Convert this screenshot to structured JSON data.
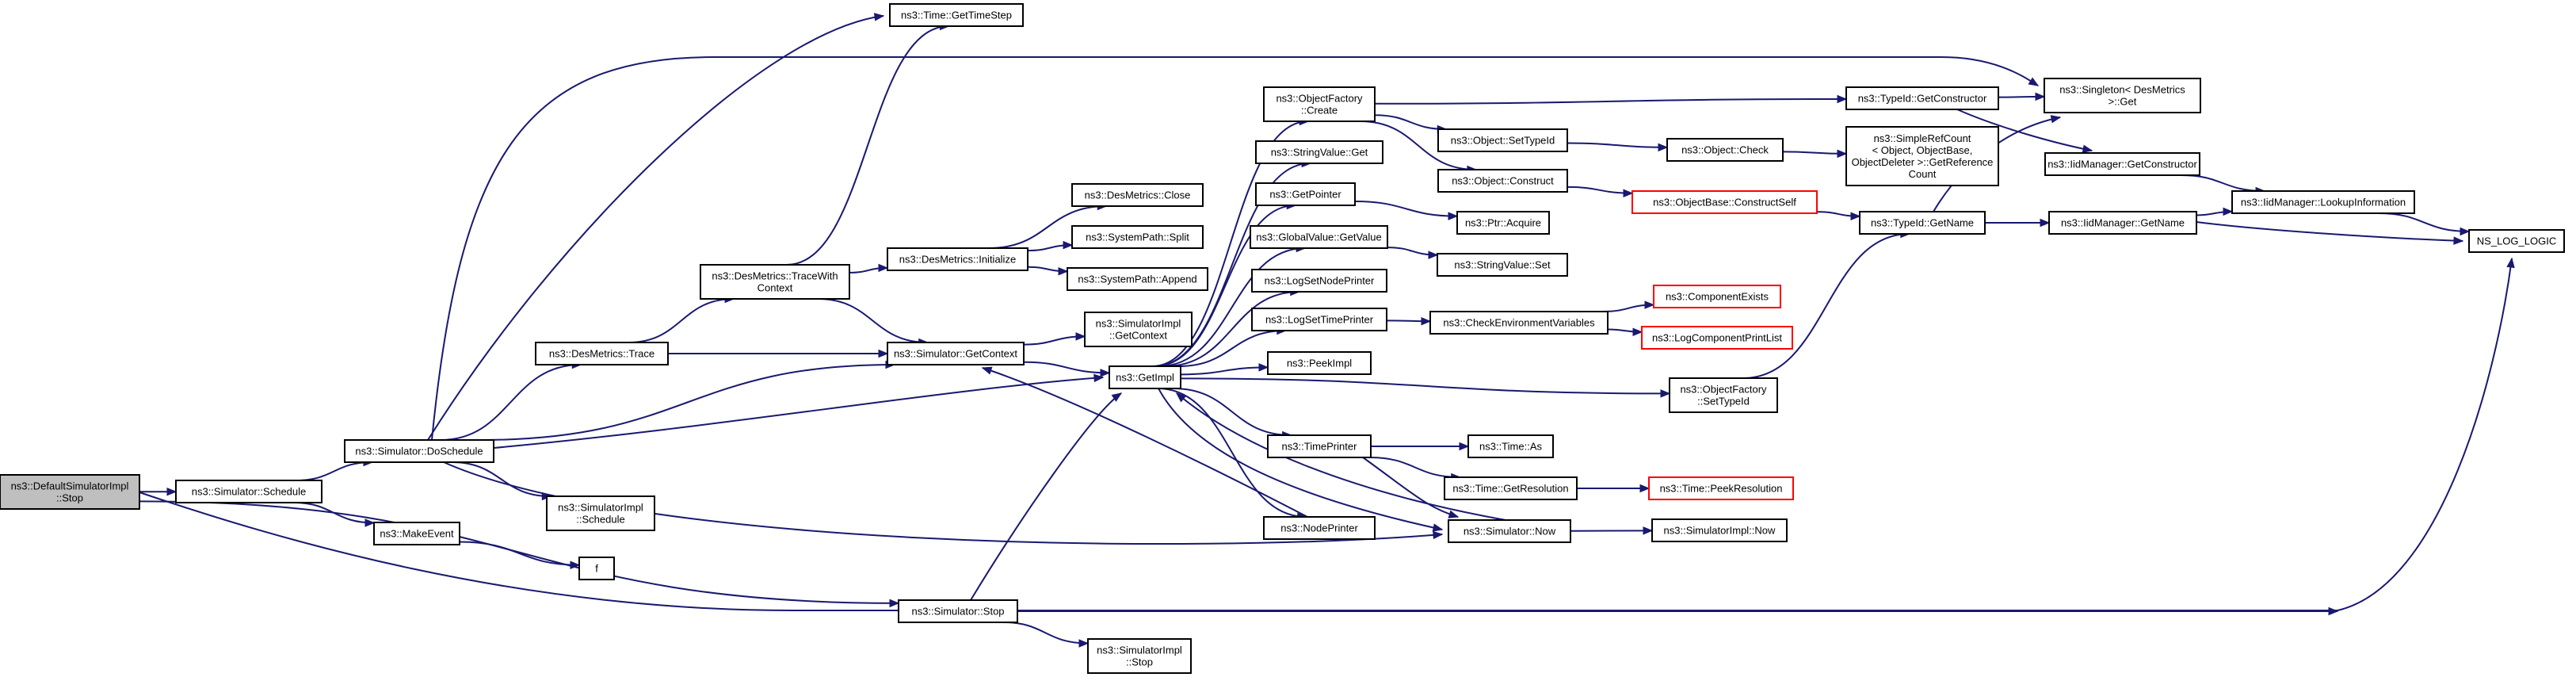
{
  "nodes": [
    {
      "id": "n0",
      "lines": [
        "ns3::DefaultSimulatorImpl",
        "::Stop"
      ],
      "style": "root"
    },
    {
      "id": "n1",
      "lines": [
        "ns3::Simulator::Schedule"
      ],
      "style": "normal"
    },
    {
      "id": "n2",
      "lines": [
        "ns3::Simulator::Stop"
      ],
      "style": "normal"
    },
    {
      "id": "n3",
      "lines": [
        "NS_LOG_LOGIC"
      ],
      "style": "normal"
    },
    {
      "id": "n4",
      "lines": [
        "ns3::Simulator::DoSchedule"
      ],
      "style": "normal"
    },
    {
      "id": "n5",
      "lines": [
        "ns3::MakeEvent"
      ],
      "style": "normal"
    },
    {
      "id": "n6",
      "lines": [
        "ns3::Time::GetTimeStep"
      ],
      "style": "normal"
    },
    {
      "id": "n7",
      "lines": [
        "ns3::Singleton< DesMetrics",
        ">::Get"
      ],
      "style": "normal"
    },
    {
      "id": "n8",
      "lines": [
        "ns3::DesMetrics::Trace"
      ],
      "style": "normal"
    },
    {
      "id": "n9",
      "lines": [
        "ns3::Simulator::GetContext"
      ],
      "style": "normal"
    },
    {
      "id": "n10",
      "lines": [
        "ns3::GetImpl"
      ],
      "style": "normal"
    },
    {
      "id": "n11",
      "lines": [
        "ns3::Simulator::Now"
      ],
      "style": "normal"
    },
    {
      "id": "n12",
      "lines": [
        "ns3::SimulatorImpl",
        "::Schedule"
      ],
      "style": "normal"
    },
    {
      "id": "n13",
      "lines": [
        "ns3::DesMetrics::TraceWith",
        "Context"
      ],
      "style": "normal"
    },
    {
      "id": "n14",
      "lines": [
        "ns3::DesMetrics::Initialize"
      ],
      "style": "normal"
    },
    {
      "id": "n15",
      "lines": [
        "ns3::DesMetrics::Close"
      ],
      "style": "normal"
    },
    {
      "id": "n16",
      "lines": [
        "ns3::SystemPath::Split"
      ],
      "style": "normal"
    },
    {
      "id": "n17",
      "lines": [
        "ns3::SystemPath::Append"
      ],
      "style": "normal"
    },
    {
      "id": "n18",
      "lines": [
        "ns3::SimulatorImpl",
        "::GetContext"
      ],
      "style": "normal"
    },
    {
      "id": "n19",
      "lines": [
        "ns3::ObjectFactory",
        "::Create"
      ],
      "style": "normal"
    },
    {
      "id": "n20",
      "lines": [
        "ns3::TypeId::GetConstructor"
      ],
      "style": "normal"
    },
    {
      "id": "n21",
      "lines": [
        "ns3::IidManager::GetConstructor"
      ],
      "style": "normal"
    },
    {
      "id": "n22",
      "lines": [
        "ns3::IidManager::LookupInformation"
      ],
      "style": "normal"
    },
    {
      "id": "n23",
      "lines": [
        "ns3::Object::SetTypeId"
      ],
      "style": "normal"
    },
    {
      "id": "n24",
      "lines": [
        "ns3::Object::Check"
      ],
      "style": "normal"
    },
    {
      "id": "n25",
      "lines": [
        "ns3::SimpleRefCount",
        "< Object, ObjectBase,",
        "ObjectDeleter >::GetReference",
        "Count"
      ],
      "style": "normal"
    },
    {
      "id": "n26",
      "lines": [
        "ns3::Object::Construct"
      ],
      "style": "normal"
    },
    {
      "id": "n27",
      "lines": [
        "ns3::ObjectBase::ConstructSelf"
      ],
      "style": "red"
    },
    {
      "id": "n28",
      "lines": [
        "ns3::TypeId::GetName"
      ],
      "style": "normal"
    },
    {
      "id": "n29",
      "lines": [
        "ns3::IidManager::GetName"
      ],
      "style": "normal"
    },
    {
      "id": "n30",
      "lines": [
        "ns3::StringValue::Get"
      ],
      "style": "normal"
    },
    {
      "id": "n31",
      "lines": [
        "ns3::GetPointer"
      ],
      "style": "normal"
    },
    {
      "id": "n32",
      "lines": [
        "ns3::Ptr::Acquire"
      ],
      "style": "normal"
    },
    {
      "id": "n33",
      "lines": [
        "ns3::GlobalValue::GetValue"
      ],
      "style": "normal"
    },
    {
      "id": "n34",
      "lines": [
        "ns3::StringValue::Set"
      ],
      "style": "normal"
    },
    {
      "id": "n35",
      "lines": [
        "ns3::LogSetNodePrinter"
      ],
      "style": "normal"
    },
    {
      "id": "n36",
      "lines": [
        "ns3::LogSetTimePrinter"
      ],
      "style": "normal"
    },
    {
      "id": "n37",
      "lines": [
        "ns3::CheckEnvironmentVariables"
      ],
      "style": "normal"
    },
    {
      "id": "n38",
      "lines": [
        "ns3::ComponentExists"
      ],
      "style": "red"
    },
    {
      "id": "n39",
      "lines": [
        "ns3::LogComponentPrintList"
      ],
      "style": "red"
    },
    {
      "id": "n40",
      "lines": [
        "ns3::PeekImpl"
      ],
      "style": "normal"
    },
    {
      "id": "n41",
      "lines": [
        "ns3::ObjectFactory",
        "::SetTypeId"
      ],
      "style": "normal"
    },
    {
      "id": "n42",
      "lines": [
        "ns3::TimePrinter"
      ],
      "style": "normal"
    },
    {
      "id": "n43",
      "lines": [
        "ns3::Time::As"
      ],
      "style": "normal"
    },
    {
      "id": "n44",
      "lines": [
        "ns3::Time::GetResolution"
      ],
      "style": "normal"
    },
    {
      "id": "n45",
      "lines": [
        "ns3::Time::PeekResolution"
      ],
      "style": "red"
    },
    {
      "id": "n46",
      "lines": [
        "ns3::NodePrinter"
      ],
      "style": "normal"
    },
    {
      "id": "n47",
      "lines": [
        "ns3::SimulatorImpl::Now"
      ],
      "style": "normal"
    },
    {
      "id": "n48",
      "lines": [
        "f"
      ],
      "style": "normal"
    },
    {
      "id": "n49",
      "lines": [
        "ns3::SimulatorImpl",
        "::Stop"
      ],
      "style": "normal"
    }
  ],
  "edges": [
    [
      "n0",
      "n1"
    ],
    [
      "n0",
      "n2"
    ],
    [
      "n0",
      "n3"
    ],
    [
      "n1",
      "n4"
    ],
    [
      "n1",
      "n5"
    ],
    [
      "n4",
      "n6"
    ],
    [
      "n4",
      "n7"
    ],
    [
      "n4",
      "n8"
    ],
    [
      "n4",
      "n9"
    ],
    [
      "n4",
      "n10"
    ],
    [
      "n4",
      "n11"
    ],
    [
      "n4",
      "n12"
    ],
    [
      "n8",
      "n9"
    ],
    [
      "n8",
      "n13"
    ],
    [
      "n13",
      "n6"
    ],
    [
      "n13",
      "n9"
    ],
    [
      "n13",
      "n14"
    ],
    [
      "n14",
      "n15"
    ],
    [
      "n14",
      "n16"
    ],
    [
      "n14",
      "n17"
    ],
    [
      "n9",
      "n10"
    ],
    [
      "n9",
      "n18"
    ],
    [
      "n10",
      "n19"
    ],
    [
      "n10",
      "n30"
    ],
    [
      "n10",
      "n31"
    ],
    [
      "n10",
      "n33"
    ],
    [
      "n10",
      "n35"
    ],
    [
      "n10",
      "n36"
    ],
    [
      "n10",
      "n40"
    ],
    [
      "n10",
      "n41"
    ],
    [
      "n10",
      "n42"
    ],
    [
      "n10",
      "n46"
    ],
    [
      "n10",
      "n11"
    ],
    [
      "n19",
      "n20"
    ],
    [
      "n19",
      "n23"
    ],
    [
      "n19",
      "n26"
    ],
    [
      "n20",
      "n7"
    ],
    [
      "n20",
      "n21"
    ],
    [
      "n21",
      "n22"
    ],
    [
      "n22",
      "n3"
    ],
    [
      "n23",
      "n24"
    ],
    [
      "n24",
      "n25"
    ],
    [
      "n26",
      "n27"
    ],
    [
      "n27",
      "n28"
    ],
    [
      "n28",
      "n7"
    ],
    [
      "n28",
      "n29"
    ],
    [
      "n29",
      "n22"
    ],
    [
      "n29",
      "n3"
    ],
    [
      "n31",
      "n32"
    ],
    [
      "n33",
      "n34"
    ],
    [
      "n36",
      "n37"
    ],
    [
      "n37",
      "n38"
    ],
    [
      "n37",
      "n39"
    ],
    [
      "n41",
      "n28"
    ],
    [
      "n42",
      "n43"
    ],
    [
      "n42",
      "n44"
    ],
    [
      "n42",
      "n11"
    ],
    [
      "n44",
      "n45"
    ],
    [
      "n46",
      "n9"
    ],
    [
      "n11",
      "n10"
    ],
    [
      "n11",
      "n47"
    ],
    [
      "n5",
      "n48"
    ],
    [
      "n2",
      "n10"
    ],
    [
      "n2",
      "n49"
    ],
    [
      "n2",
      "n3"
    ]
  ]
}
